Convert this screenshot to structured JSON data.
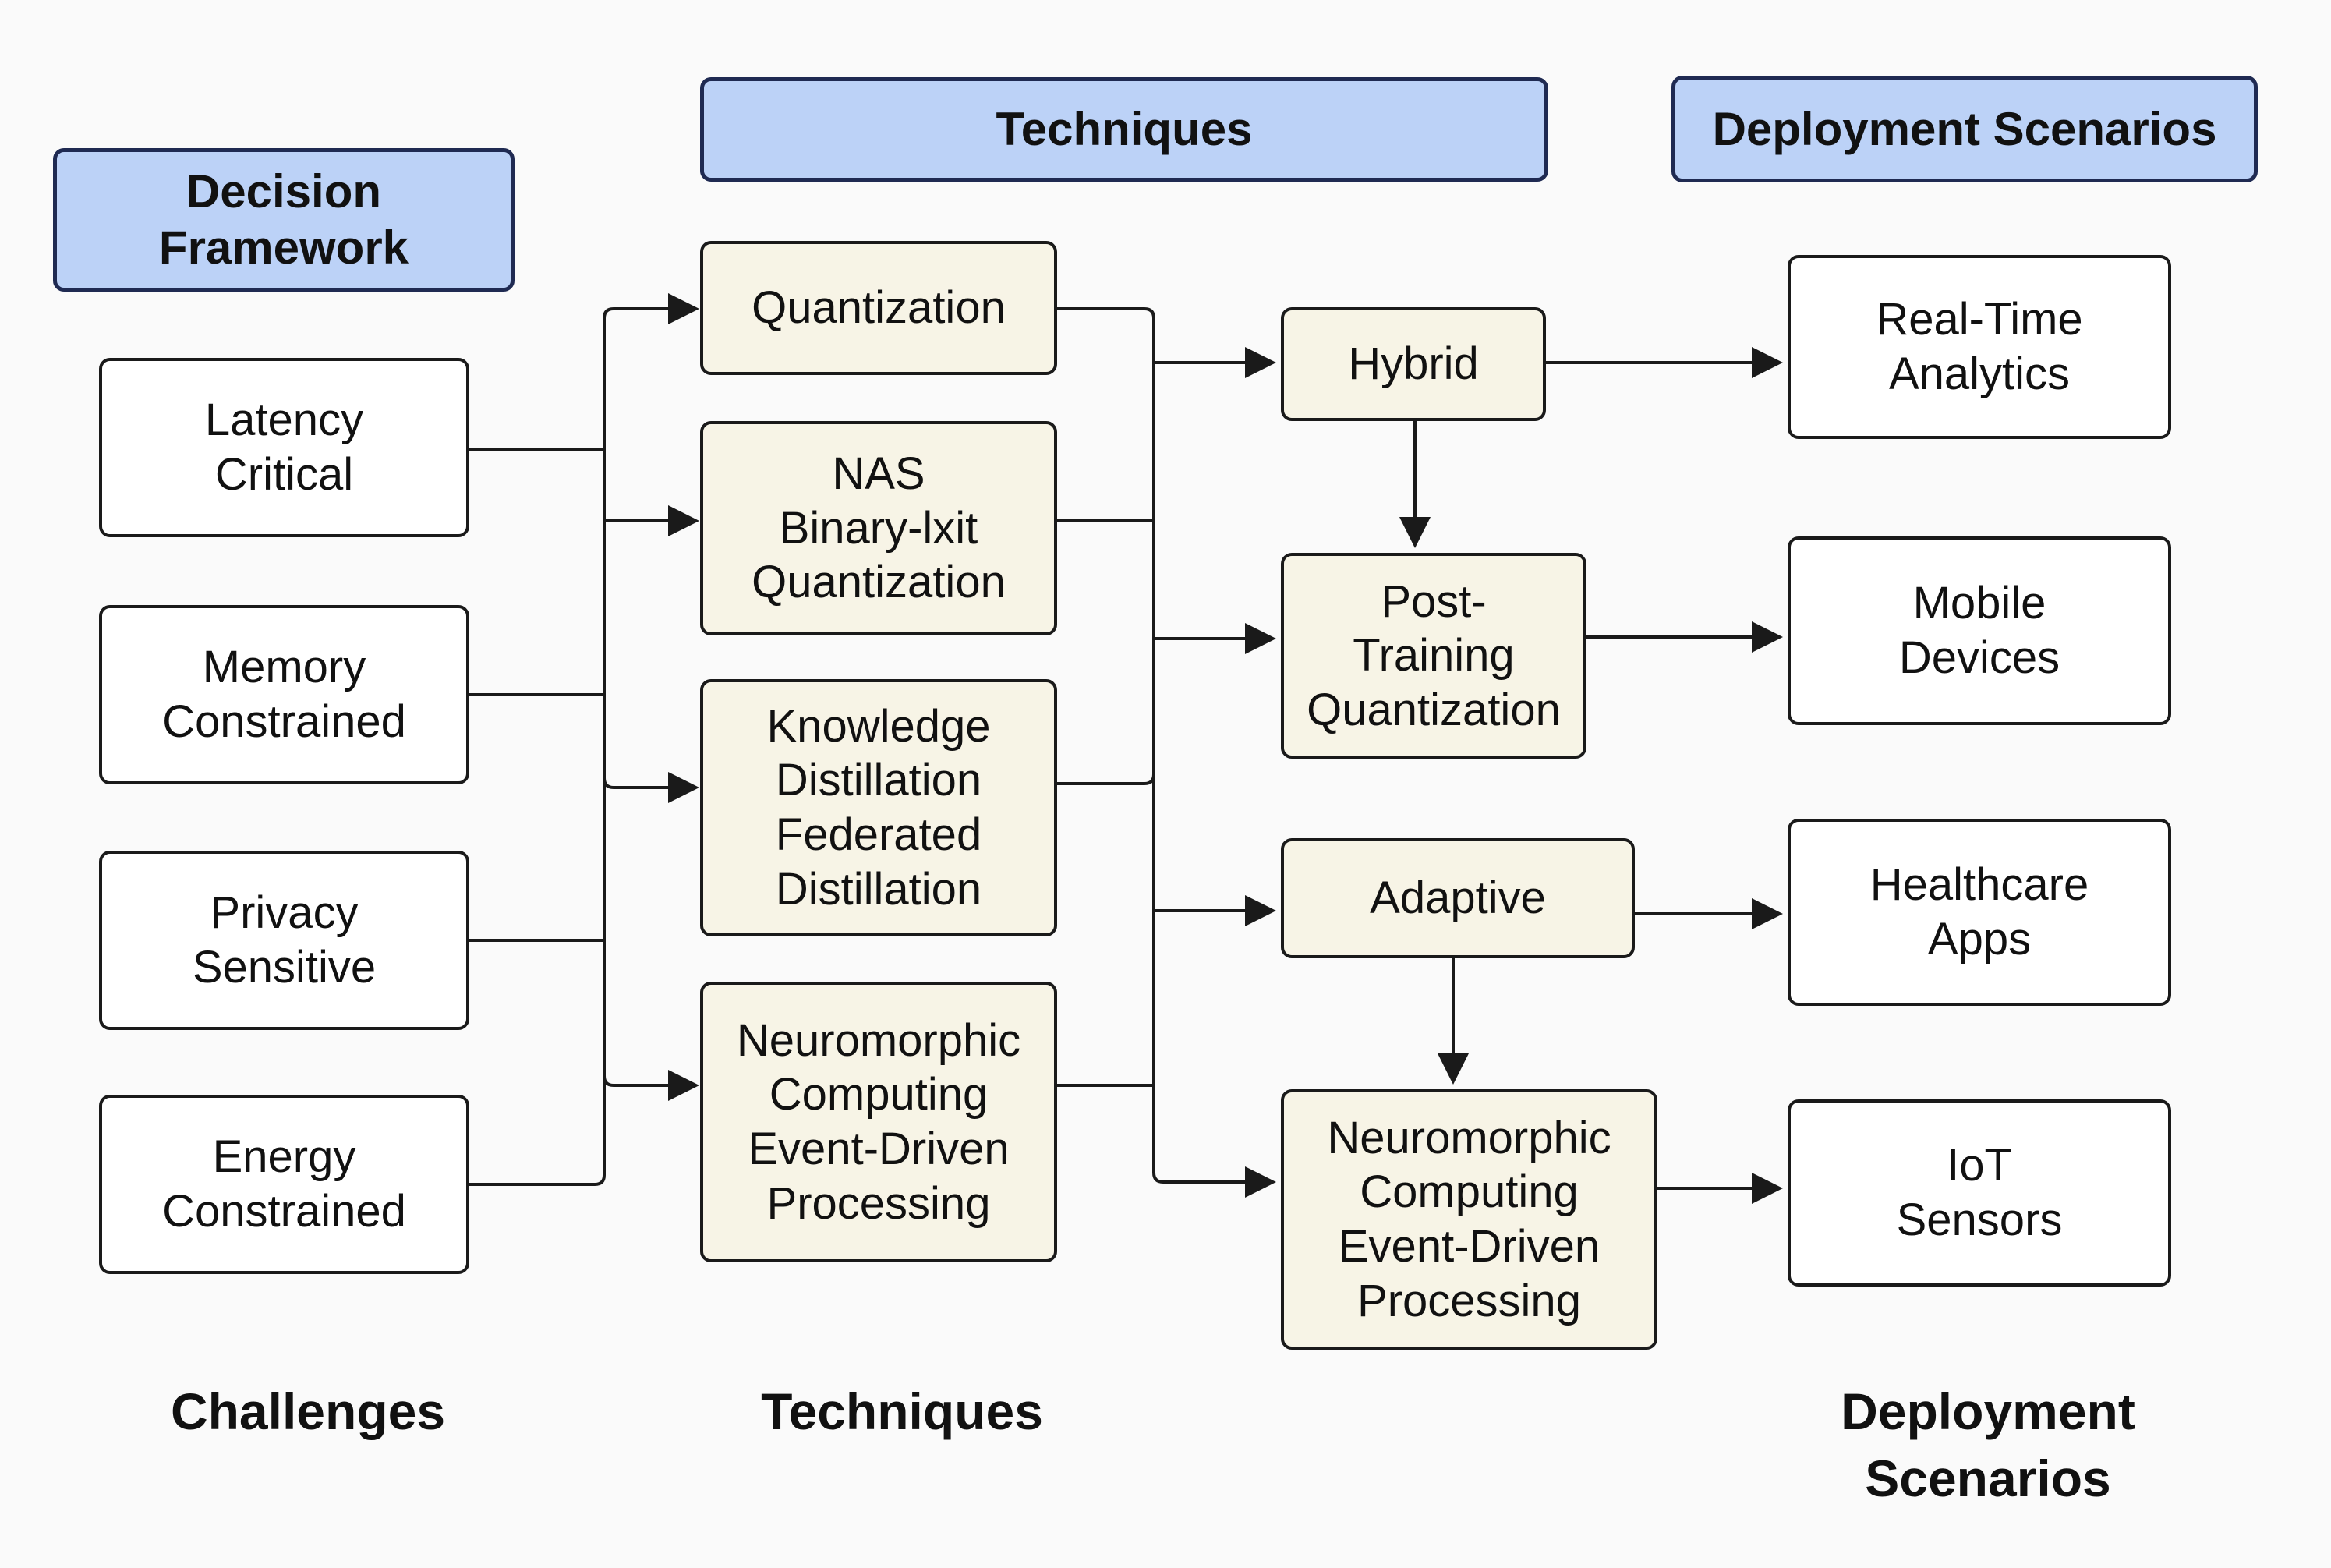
{
  "headers": {
    "decision_framework": [
      "Decision",
      "Framework"
    ],
    "techniques": "Techniques",
    "deployment_scenarios": "Deployment Scenarios"
  },
  "challenges": [
    {
      "id": "latency",
      "lines": [
        "Latency",
        "Critical"
      ]
    },
    {
      "id": "memory",
      "lines": [
        "Memory",
        "Constrained"
      ]
    },
    {
      "id": "privacy",
      "lines": [
        "Privacy",
        "Sensitive"
      ]
    },
    {
      "id": "energy",
      "lines": [
        "Energy",
        "Constrained"
      ]
    }
  ],
  "techniques": [
    {
      "id": "quantization",
      "lines": [
        "Quantization"
      ]
    },
    {
      "id": "nas",
      "lines": [
        "NAS",
        "Binary-lxit",
        "Quantization"
      ]
    },
    {
      "id": "distillation",
      "lines": [
        "Knowledge",
        "Distillation",
        "Federated",
        "Distillation"
      ]
    },
    {
      "id": "neuromorphic-tech",
      "lines": [
        "Neuromorphic",
        "Computing",
        "Event-Driven",
        "Processing"
      ]
    }
  ],
  "methods": [
    {
      "id": "hybrid",
      "lines": [
        "Hybrid"
      ]
    },
    {
      "id": "ptq",
      "lines": [
        "Post-",
        "Training",
        "Quantization"
      ]
    },
    {
      "id": "adaptive",
      "lines": [
        "Adaptive"
      ]
    },
    {
      "id": "neuromorphic-method",
      "lines": [
        "Neuromorphic",
        "Computing",
        "Event-Driven",
        "Processing"
      ]
    }
  ],
  "scenarios": [
    {
      "id": "realtime",
      "lines": [
        "Real-Time",
        "Analytics"
      ]
    },
    {
      "id": "mobile",
      "lines": [
        "Mobile",
        "Devices"
      ]
    },
    {
      "id": "healthcare",
      "lines": [
        "Healthcare",
        "Apps"
      ]
    },
    {
      "id": "iot",
      "lines": [
        "IoT",
        "Sensors"
      ]
    }
  ],
  "captions": {
    "challenges": [
      "Challenges"
    ],
    "techniques": [
      "Techniques"
    ],
    "deployment": [
      "Deployment",
      "Scenarios"
    ]
  },
  "colors": {
    "header_fill": "#bcd2f7",
    "header_border": "#1f2a52",
    "technique_fill": "#f7f4e6",
    "box_border": "#1a1a1a",
    "line": "#1a1a1a"
  }
}
